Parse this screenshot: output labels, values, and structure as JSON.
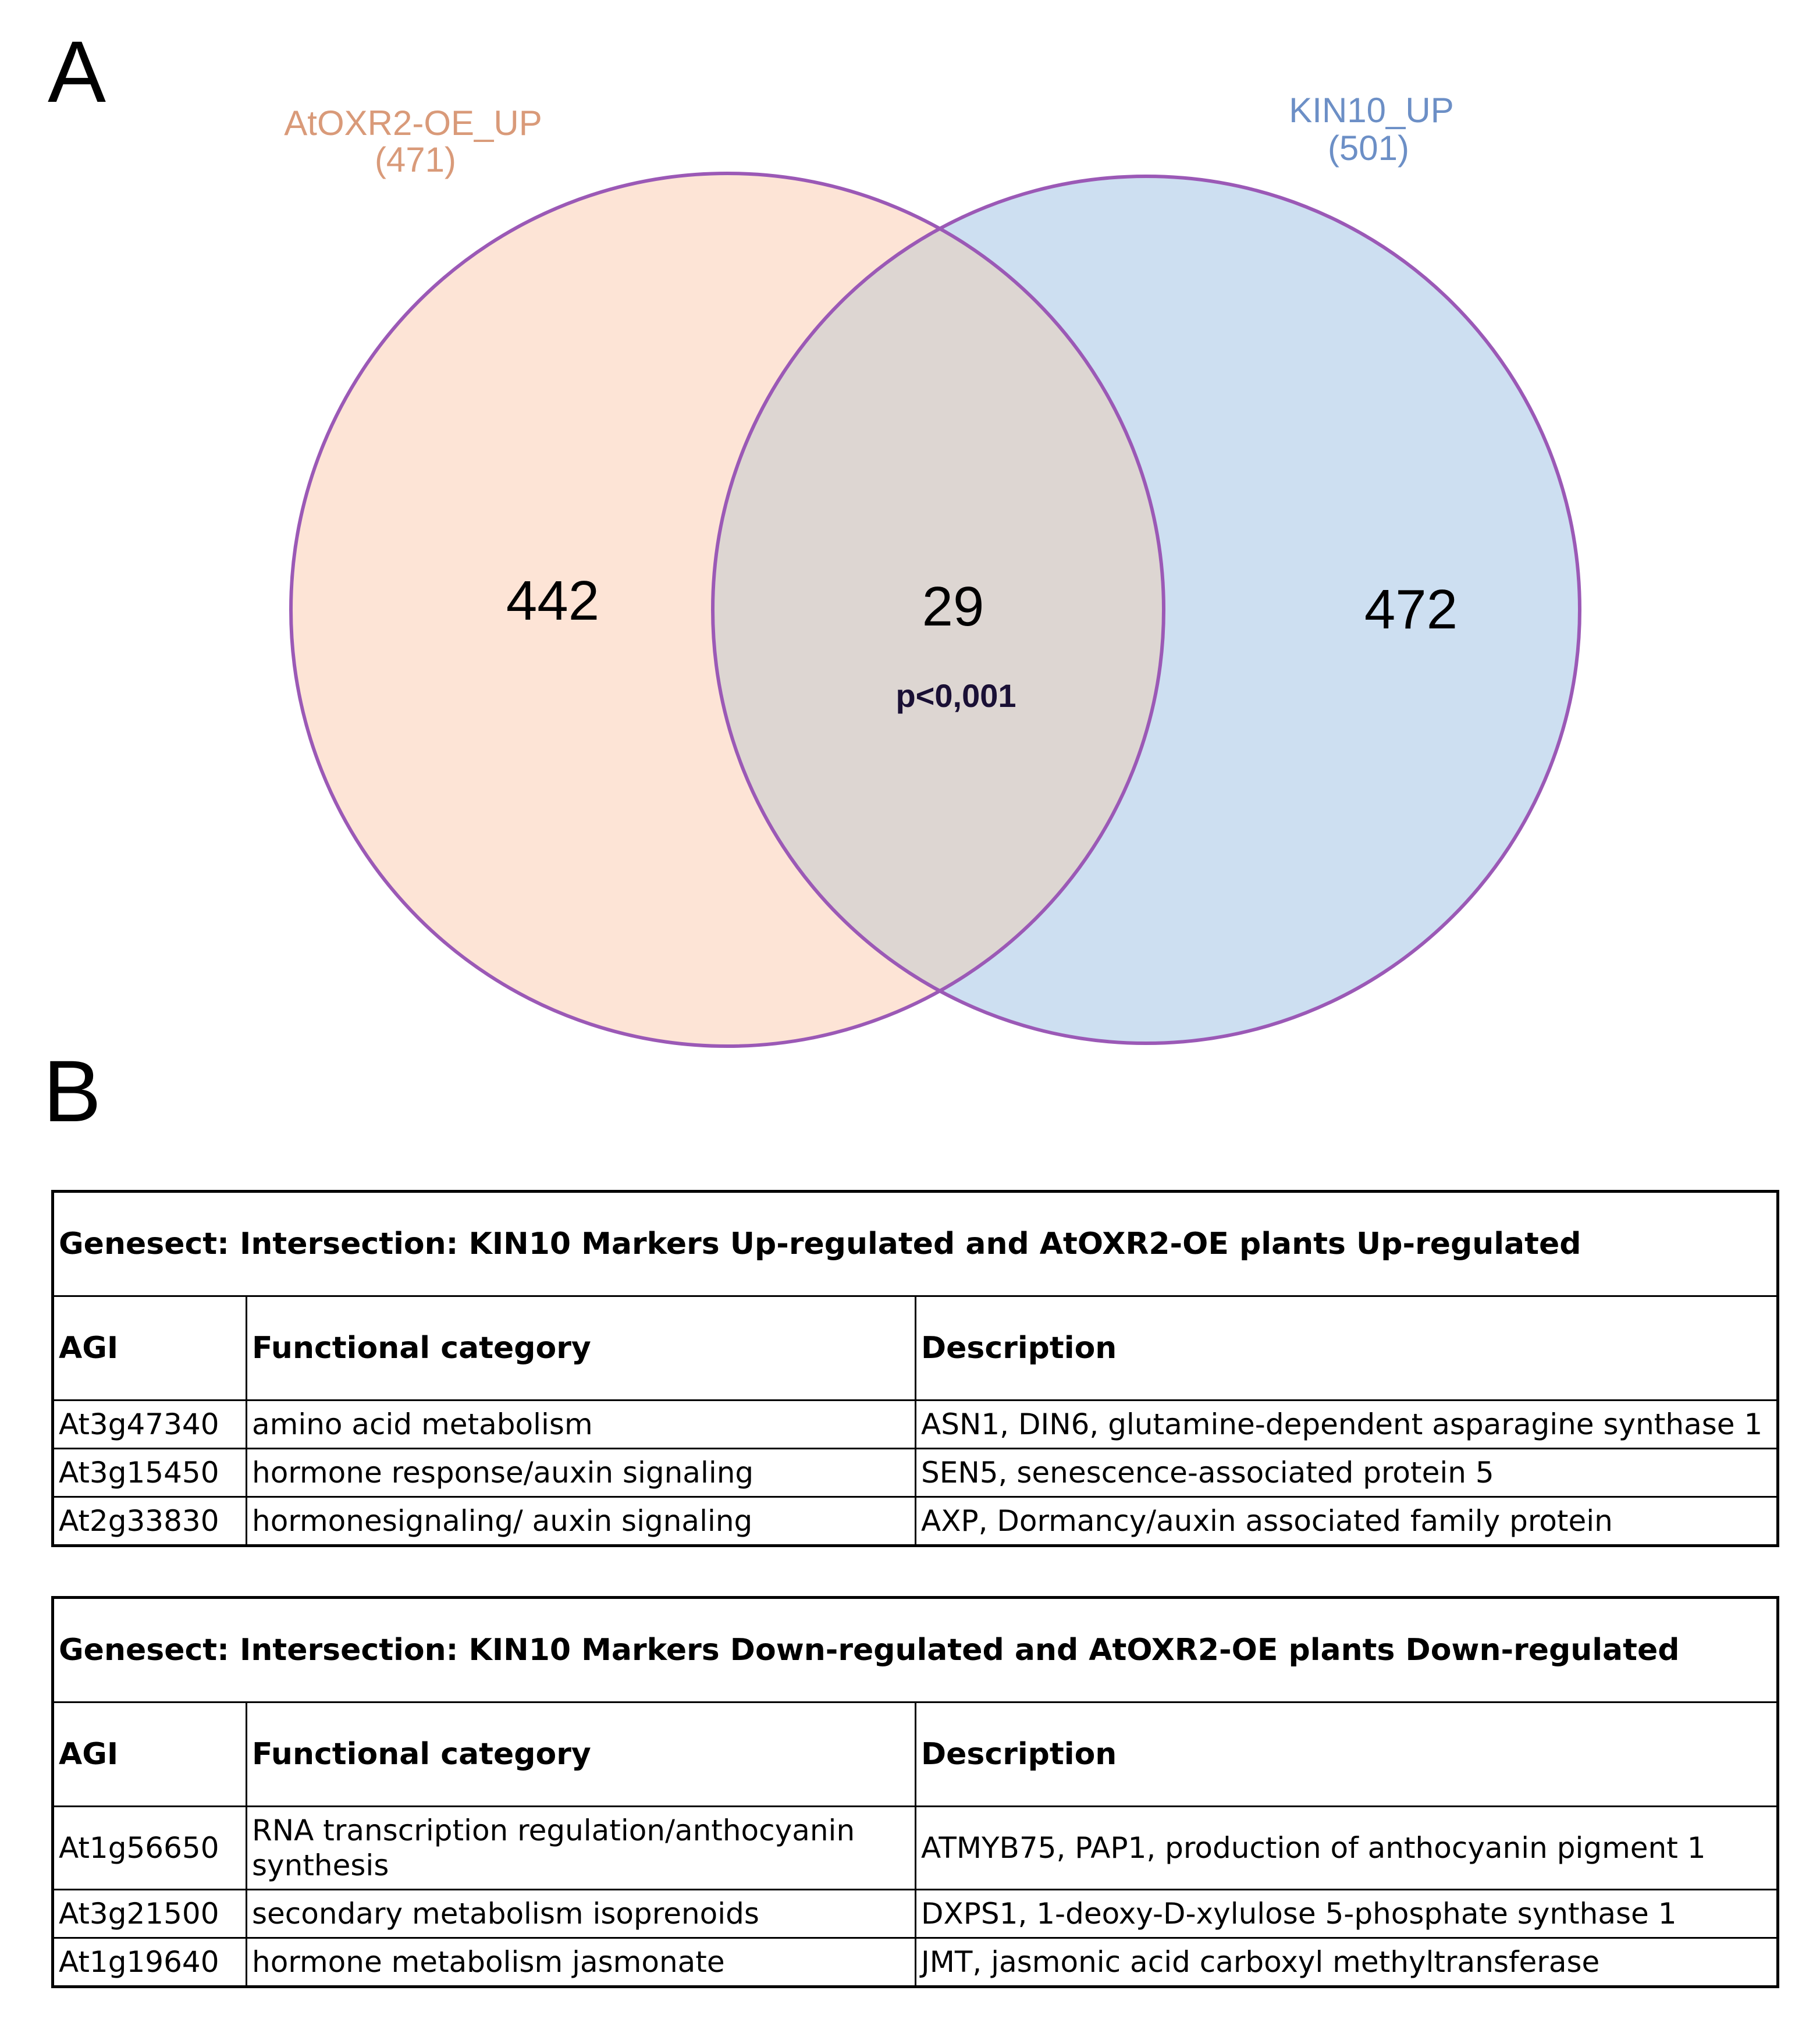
{
  "panels": {
    "a_label": "A",
    "b_label": "B"
  },
  "venn": {
    "set_left": {
      "name": "AtOXR2-OE_UP",
      "total": "(471)",
      "unique_count": "442",
      "fill": "#fde4d6",
      "label_color": "#d99a79"
    },
    "set_right": {
      "name": "KIN10_UP",
      "total": "(501)",
      "unique_count": "472",
      "fill": "#cddff1",
      "label_color": "#6c8fc6"
    },
    "intersection": {
      "count": "29",
      "pvalue": "p<0,001",
      "fill": "#ddd6d2"
    },
    "outline_color": "#9b59b6"
  },
  "tables": {
    "up": {
      "title": "Genesect: Intersection: KIN10 Markers Up-regulated and AtOXR2-OE plants Up-regulated",
      "headers": [
        "AGI",
        "Functional category",
        "Description"
      ],
      "rows": [
        [
          "At3g47340",
          "amino acid metabolism",
          "ASN1, DIN6, glutamine-dependent asparagine synthase 1"
        ],
        [
          "At3g15450",
          "hormone response/auxin signaling",
          "SEN5, senescence-associated protein 5"
        ],
        [
          "At2g33830",
          "hormonesignaling/ auxin signaling",
          "AXP, Dormancy/auxin associated family protein"
        ]
      ]
    },
    "down": {
      "title": "Genesect: Intersection: KIN10 Markers Down-regulated and AtOXR2-OE plants Down-regulated",
      "headers": [
        "AGI",
        "Functional category",
        "Description"
      ],
      "rows": [
        [
          "At1g56650",
          "RNA transcription regulation/anthocyanin synthesis",
          "ATMYB75, PAP1, production of anthocyanin pigment 1"
        ],
        [
          "At3g21500",
          "secondary metabolism isoprenoids",
          "DXPS1, 1-deoxy-D-xylulose 5-phosphate synthase 1"
        ],
        [
          "At1g19640",
          "hormone metabolism jasmonate",
          "JMT, jasmonic acid carboxyl methyltransferase"
        ]
      ]
    }
  }
}
